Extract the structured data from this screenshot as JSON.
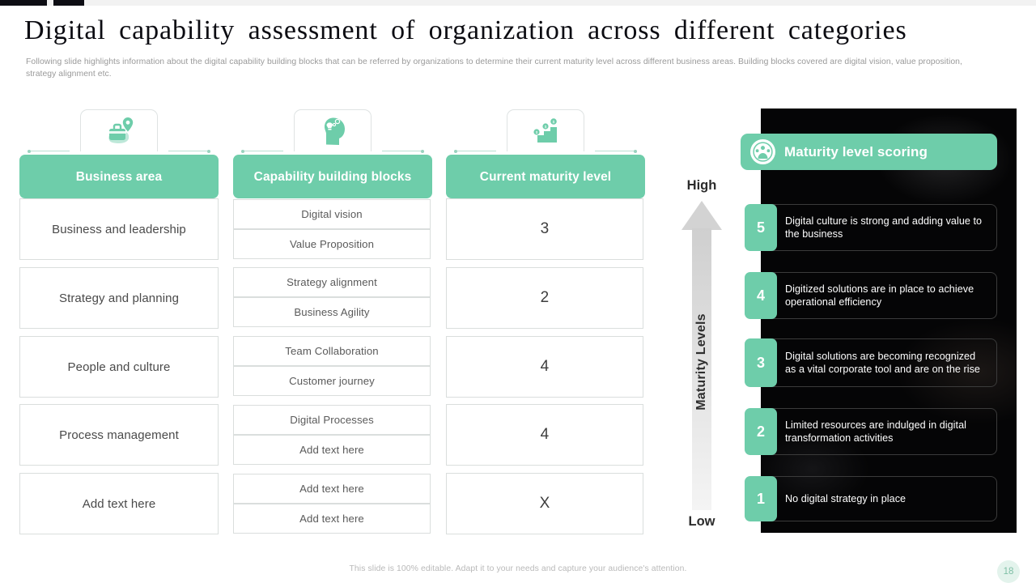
{
  "topbar": {
    "block_1": "",
    "block_2": ""
  },
  "header": {
    "title": "Digital capability assessment of organization across different categories",
    "subtitle": "Following slide highlights information about the digital capability building blocks that can be referred by organizations to determine their current maturity level across different business areas. Building blocks covered are digital vision, value proposition, strategy alignment etc."
  },
  "columns": [
    {
      "label": "Business area",
      "icon": "briefcase-location-icon"
    },
    {
      "label": "Capability building blocks",
      "icon": "head-lightbulb-icon"
    },
    {
      "label": "Current maturity level",
      "icon": "growth-steps-coins-icon"
    }
  ],
  "table": {
    "rows": [
      {
        "business_area": "Business and leadership",
        "blocks": [
          "Digital vision",
          "Value Proposition"
        ],
        "score": "3"
      },
      {
        "business_area": "Strategy and planning",
        "blocks": [
          "Strategy alignment",
          "Business Agility"
        ],
        "score": "2"
      },
      {
        "business_area": "People and culture",
        "blocks": [
          "Team Collaboration",
          "Customer journey"
        ],
        "score": "4"
      },
      {
        "business_area": "Process management",
        "blocks": [
          "Digital Processes",
          "Add text here"
        ],
        "score": "4"
      },
      {
        "business_area": "Add text here",
        "blocks": [
          "Add text here",
          "Add text here"
        ],
        "score": "X"
      }
    ]
  },
  "axis": {
    "high_label": "High",
    "low_label": "Low",
    "vertical_label": "Maturity Levels"
  },
  "scoring_panel": {
    "title": "Maturity level scoring",
    "icon": "people-globe-icon",
    "levels": [
      {
        "number": "5",
        "text": "Digital culture is strong and adding value to the business"
      },
      {
        "number": "4",
        "text": "Digitized solutions are in place to achieve operational efficiency"
      },
      {
        "number": "3",
        "text": "Digital solutions are becoming recognized as a vital corporate tool and are on the rise"
      },
      {
        "number": "2",
        "text": "Limited resources are indulged in digital transformation activities"
      },
      {
        "number": "1",
        "text": "No digital strategy in place"
      }
    ]
  },
  "footer": {
    "note": "This slide is 100% editable. Adapt it to your needs and capture your audience's attention.",
    "page_number": "18"
  },
  "colors": {
    "accent_green": "#6ecdaa",
    "panel_dark": "#050506",
    "border_gray": "#dadedd",
    "text_gray": "#9a9a9a"
  }
}
